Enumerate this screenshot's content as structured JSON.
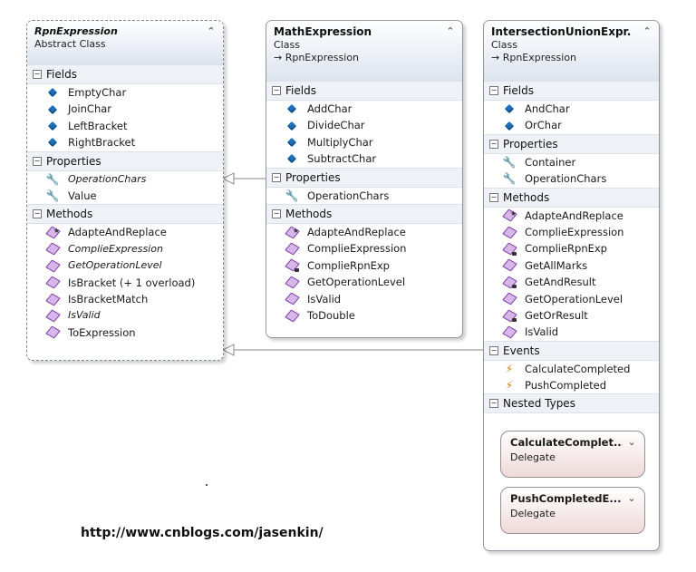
{
  "rpn": {
    "title": "RpnExpression",
    "kind": "Abstract Class",
    "sections": {
      "fields": "Fields",
      "properties": "Properties",
      "methods": "Methods"
    },
    "fields": [
      "EmptyChar",
      "JoinChar",
      "LeftBracket",
      "RightBracket"
    ],
    "properties": [
      {
        "name": "OperationChars",
        "italic": true
      },
      {
        "name": "Value",
        "italic": false
      }
    ],
    "methods": [
      {
        "name": "AdapteAndReplace",
        "italic": false,
        "badge": "star"
      },
      {
        "name": "ComplieExpression",
        "italic": true,
        "badge": ""
      },
      {
        "name": "GetOperationLevel",
        "italic": true,
        "badge": ""
      },
      {
        "name": "IsBracket (+ 1 overload)",
        "italic": false,
        "badge": ""
      },
      {
        "name": "IsBracketMatch",
        "italic": false,
        "badge": ""
      },
      {
        "name": "IsValid",
        "italic": true,
        "badge": ""
      },
      {
        "name": "ToExpression",
        "italic": false,
        "badge": ""
      }
    ]
  },
  "math": {
    "title": "MathExpression",
    "kind": "Class",
    "base": "→ RpnExpression",
    "sections": {
      "fields": "Fields",
      "properties": "Properties",
      "methods": "Methods"
    },
    "fields": [
      "AddChar",
      "DivideChar",
      "MultiplyChar",
      "SubtractChar"
    ],
    "properties": [
      "OperationChars"
    ],
    "methods": [
      {
        "name": "AdapteAndReplace",
        "badge": "star"
      },
      {
        "name": "ComplieExpression",
        "badge": ""
      },
      {
        "name": "ComplieRpnExp",
        "badge": "lock"
      },
      {
        "name": "GetOperationLevel",
        "badge": ""
      },
      {
        "name": "IsValid",
        "badge": ""
      },
      {
        "name": "ToDouble",
        "badge": ""
      }
    ]
  },
  "inter": {
    "title": "IntersectionUnionExpr...",
    "kind": "Class",
    "base": "→ RpnExpression",
    "sections": {
      "fields": "Fields",
      "properties": "Properties",
      "methods": "Methods",
      "events": "Events",
      "nested": "Nested Types"
    },
    "fields": [
      "AndChar",
      "OrChar"
    ],
    "properties": [
      "Container",
      "OperationChars"
    ],
    "methods": [
      {
        "name": "AdapteAndReplace",
        "badge": "star"
      },
      {
        "name": "ComplieExpression",
        "badge": ""
      },
      {
        "name": "ComplieRpnExp",
        "badge": "lock"
      },
      {
        "name": "GetAllMarks",
        "badge": ""
      },
      {
        "name": "GetAndResult",
        "badge": "lock"
      },
      {
        "name": "GetOperationLevel",
        "badge": ""
      },
      {
        "name": "GetOrResult",
        "badge": "lock"
      },
      {
        "name": "IsValid",
        "badge": ""
      }
    ],
    "events": [
      "CalculateCompleted",
      "PushCompleted"
    ],
    "nested": [
      {
        "title": "CalculateComplet...",
        "kind": "Delegate"
      },
      {
        "title": "PushCompletedE...",
        "kind": "Delegate"
      }
    ]
  },
  "icons": {
    "collapse": "double-chevron-up-icon",
    "expand": "double-chevron-down-icon",
    "field": "field-icon",
    "property": "wrench-icon",
    "method": "method-cube-icon",
    "event": "lightning-icon"
  },
  "colors": {
    "header_gradient_end": "#dde3ee",
    "delegate_gradient_end": "#efd9d9",
    "connector": "#8a8a8a"
  },
  "footer": {
    "url": "http://www.cnblogs.com/jasenkin/"
  }
}
